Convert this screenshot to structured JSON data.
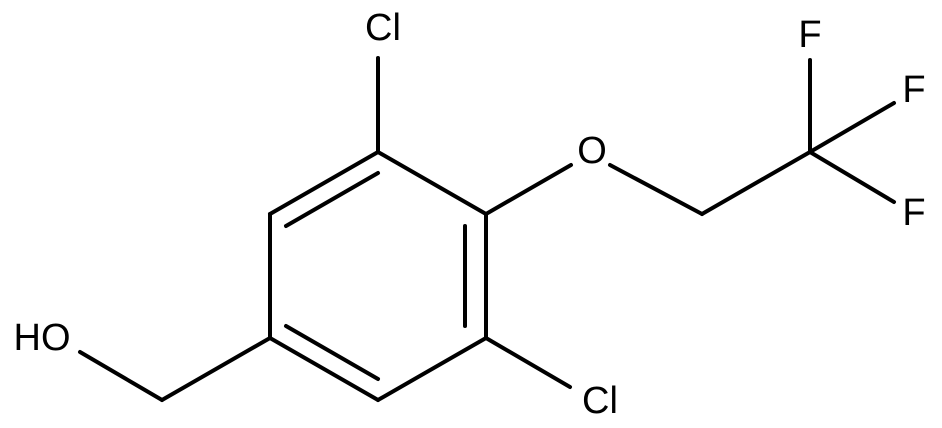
{
  "molecule": {
    "atoms": {
      "cl_top": "Cl",
      "cl_bottom": "Cl",
      "oxygen": "O",
      "f1": "F",
      "f2": "F",
      "f3": "F",
      "hydroxyl": "HO"
    }
  },
  "colors": {
    "bond": "#000000",
    "label": "#000000",
    "background": "#ffffff"
  }
}
